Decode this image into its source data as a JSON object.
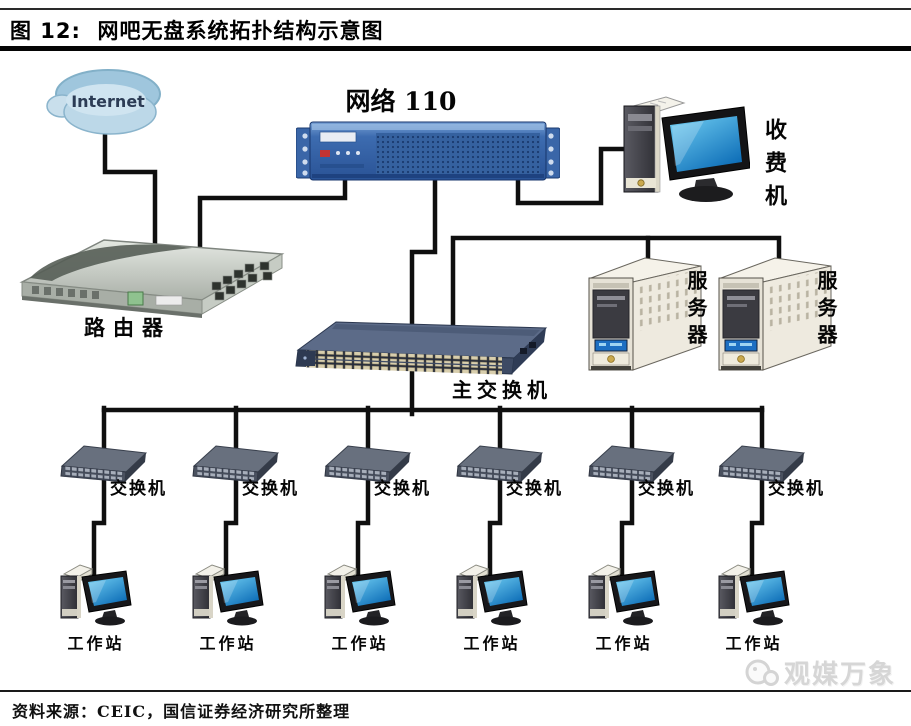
{
  "figure": {
    "title": "图 12:  网吧无盘系统拓扑结构示意图",
    "source": "资料来源：CEIC，国信证券经济研究所整理",
    "watermark": "观媒万象"
  },
  "diagram": {
    "internet": {
      "label": "Internet"
    },
    "gateway": {
      "label": "网络 110"
    },
    "billing": {
      "label": "收费机"
    },
    "router": {
      "label": "路由器"
    },
    "main_switch": {
      "label": "主交换机"
    },
    "servers": [
      {
        "label": "服务器"
      },
      {
        "label": "服务器"
      }
    ],
    "switches": [
      {
        "label": "交换机"
      },
      {
        "label": "交换机"
      },
      {
        "label": "交换机"
      },
      {
        "label": "交换机"
      },
      {
        "label": "交换机"
      },
      {
        "label": "交换机"
      }
    ],
    "workstations": [
      {
        "label": "工作站"
      },
      {
        "label": "工作站"
      },
      {
        "label": "工作站"
      },
      {
        "label": "工作站"
      },
      {
        "label": "工作站"
      },
      {
        "label": "工作站"
      }
    ],
    "colors": {
      "wire": "#0f0f0f",
      "cloud_blue": "#bcd8e8",
      "gateway_blue": "#3d6cb0",
      "screen_blue": "#2e9ad8",
      "device_slate": "#4a5a74",
      "server_cream": "#efece2",
      "router_silver": "#c0c6c0",
      "watermark_gray": "#d6d6d6"
    }
  }
}
